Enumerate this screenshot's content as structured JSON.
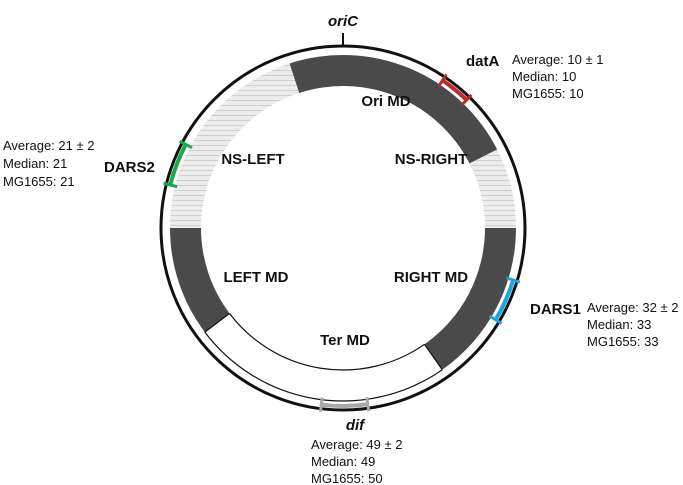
{
  "origin_label": "oriC",
  "terminus_label": "dif",
  "macrodomains": {
    "ori": "Ori MD",
    "ns_left": "NS-LEFT",
    "ns_right": "NS-RIGHT",
    "left": "LEFT MD",
    "right": "RIGHT MD",
    "ter": "Ter MD"
  },
  "sites": {
    "datA": {
      "name": "datA",
      "color": "#c0282e",
      "stats": [
        "Average: 10 ± 1",
        "Median: 10",
        "MG1655: 10"
      ]
    },
    "DARS2": {
      "name": "DARS2",
      "color": "#1aaa4a",
      "stats": [
        "Average: 21 ± 2",
        "Median: 21",
        "MG1655: 21"
      ]
    },
    "DARS1": {
      "name": "DARS1",
      "color": "#1aa6dc",
      "stats": [
        "Average: 32 ± 2",
        "Median: 33",
        "MG1655: 33"
      ]
    },
    "dif": {
      "name": "dif",
      "color": "#a8a8a8",
      "stats": [
        "Average: 49 ± 2",
        "Median: 49",
        "MG1655: 50"
      ]
    }
  },
  "colors": {
    "macrodomain_fill": "#4a4a4a",
    "ns_fill": "#ececec",
    "ns_hatch": "#c8c8c8",
    "outline": "#111111"
  }
}
